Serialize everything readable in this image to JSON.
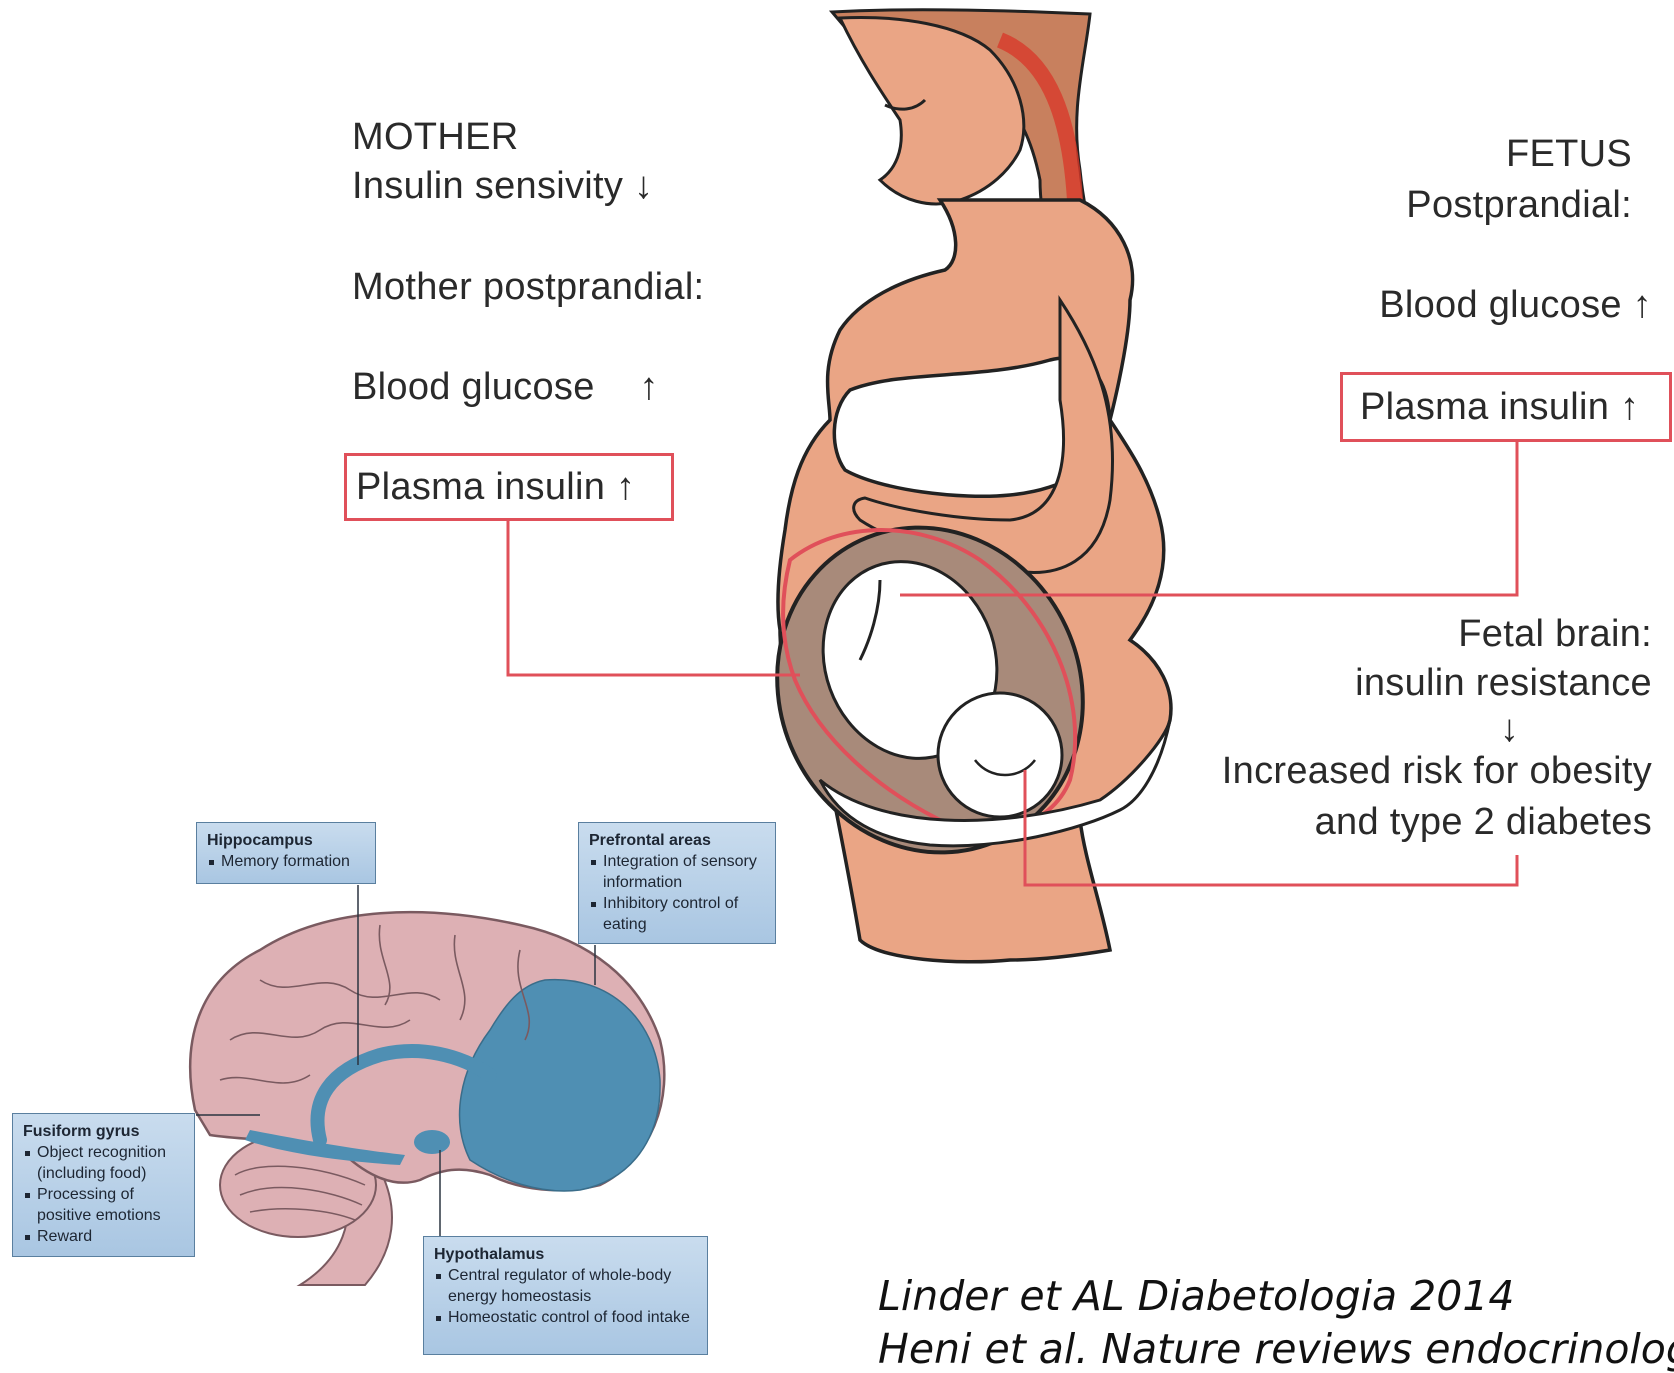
{
  "mother": {
    "title": "MOTHER",
    "line1": "Insulin sensivity",
    "line1_arrow": "↓",
    "line2": "Mother postprandial:",
    "line3": "Blood glucose",
    "line3_arrow": "↑",
    "boxed": "Plasma insulin",
    "boxed_arrow": "↑"
  },
  "fetus": {
    "title": "FETUS",
    "line1": "Postprandial:",
    "line2": "Blood glucose",
    "line2_arrow": "↑",
    "boxed": "Plasma insulin",
    "boxed_arrow": "↑",
    "brain1": "Fetal brain:",
    "brain2": "insulin resistance",
    "brain_arrow": "↓",
    "risk1": "Increased risk for obesity",
    "risk2": "and type 2 diabetes"
  },
  "brain_labels": {
    "hippocampus": {
      "title": "Hippocampus",
      "items": [
        "Memory formation"
      ]
    },
    "prefrontal": {
      "title": "Prefrontal areas",
      "items": [
        "Integration of sensory information",
        "Inhibitory control of eating"
      ]
    },
    "fusiform": {
      "title": "Fusiform gyrus",
      "items": [
        "Object recognition (including food)",
        "Processing of positive emotions",
        "Reward"
      ]
    },
    "hypothalamus": {
      "title": "Hypothalamus",
      "items": [
        "Central regulator of whole-body energy homeostasis",
        "Homeostatic control of food intake"
      ]
    }
  },
  "citations": {
    "line1": "Linder et AL Diabetologia 2014",
    "line2": "Heni et al. Nature reviews endocrinology"
  },
  "colors": {
    "accent_red": "#e0505a",
    "skin": "#eaa585",
    "brain_pink": "#ddb0b4",
    "brain_blue": "#4f8fb3",
    "box_blue": "#b8d1e9"
  }
}
